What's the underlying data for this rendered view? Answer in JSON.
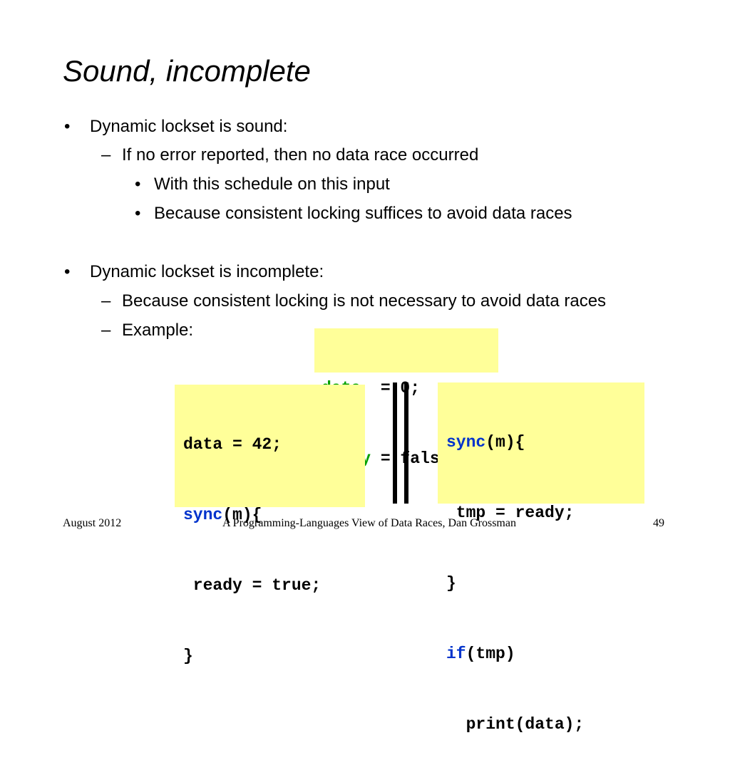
{
  "slide": {
    "title": "Sound, incomplete",
    "bullets": {
      "b1": "Dynamic lockset is sound:",
      "b1_1": "If no error reported, then no data race occurred",
      "b1_1_1": "With this schedule on this input",
      "b1_1_2": "Because consistent locking suffices to avoid data races",
      "b2": "Dynamic lockset is incomplete:",
      "b2_1": "Because consistent locking is not necessary to avoid data races",
      "b2_2": "Example:"
    },
    "markers": {
      "bullet": "•",
      "dash": "–"
    }
  },
  "code": {
    "init": {
      "line1": {
        "kw": "data",
        "rest": "  = 0;"
      },
      "line2": {
        "kw": "ready",
        "rest": " = false;"
      }
    },
    "thread1": {
      "line1": "data = 42;",
      "line2": {
        "kw": "sync",
        "rest": "(m){"
      },
      "line3": " ready = true;",
      "line4": "}"
    },
    "thread2": {
      "line1": {
        "kw": "sync",
        "rest": "(m){"
      },
      "line2": " tmp = ready;",
      "line3": "}",
      "line4": {
        "kw": "if",
        "rest": "(tmp)"
      },
      "line5": "  print(data);"
    }
  },
  "footer": {
    "date": "August 2012",
    "center": "A Programming-Languages View of Data Races, Dan Grossman",
    "page": "49"
  },
  "colors": {
    "code_background": "#ffff99",
    "keyword_green": "#00a000",
    "keyword_blue": "#0033cc"
  }
}
